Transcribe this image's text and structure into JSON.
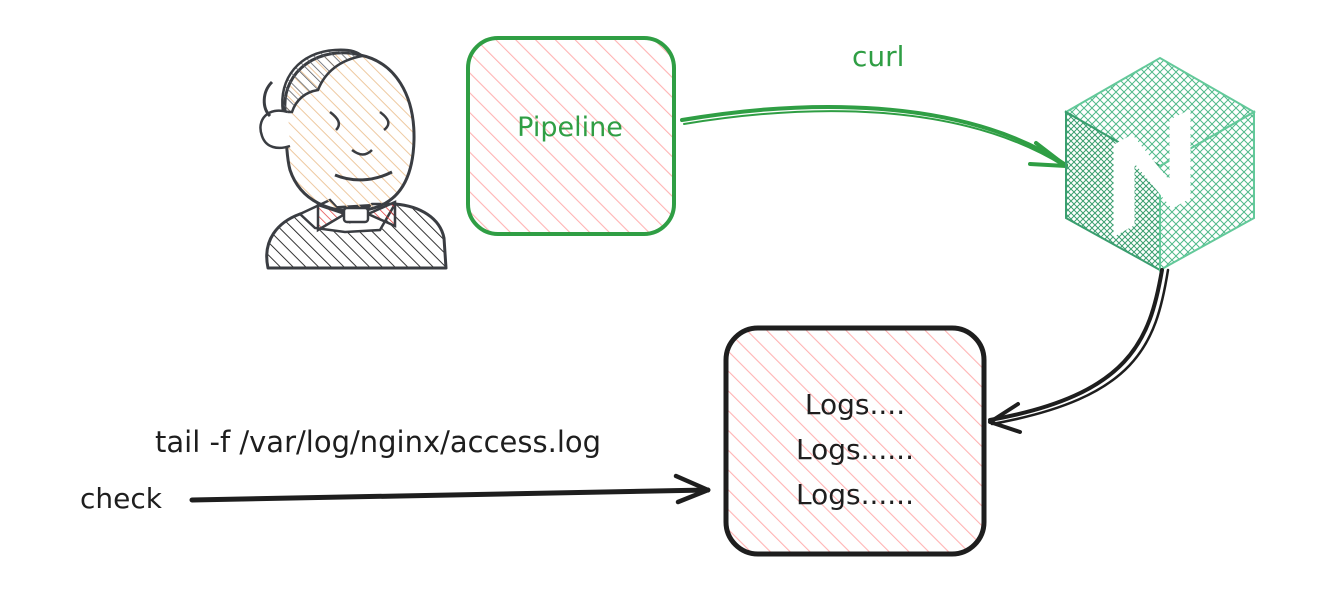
{
  "diagram": {
    "pipeline_label": "Pipeline",
    "curl_label": "curl",
    "logs_lines": [
      "Logs....",
      "Logs......",
      "Logs......"
    ],
    "tail_command": "tail -f /var/log/nginx/access.log",
    "check_label": "check",
    "nginx_letter": "N"
  },
  "colors": {
    "green": "#2f9e44",
    "black": "#1e1e1e",
    "pink_hatch": "#ffc9c9",
    "nginx_green": "#63c99a",
    "skin": "#f2cfa6",
    "hair": "#5b5f66"
  },
  "icons": [
    "jenkins-butler-icon",
    "nginx-hexagon-icon"
  ]
}
